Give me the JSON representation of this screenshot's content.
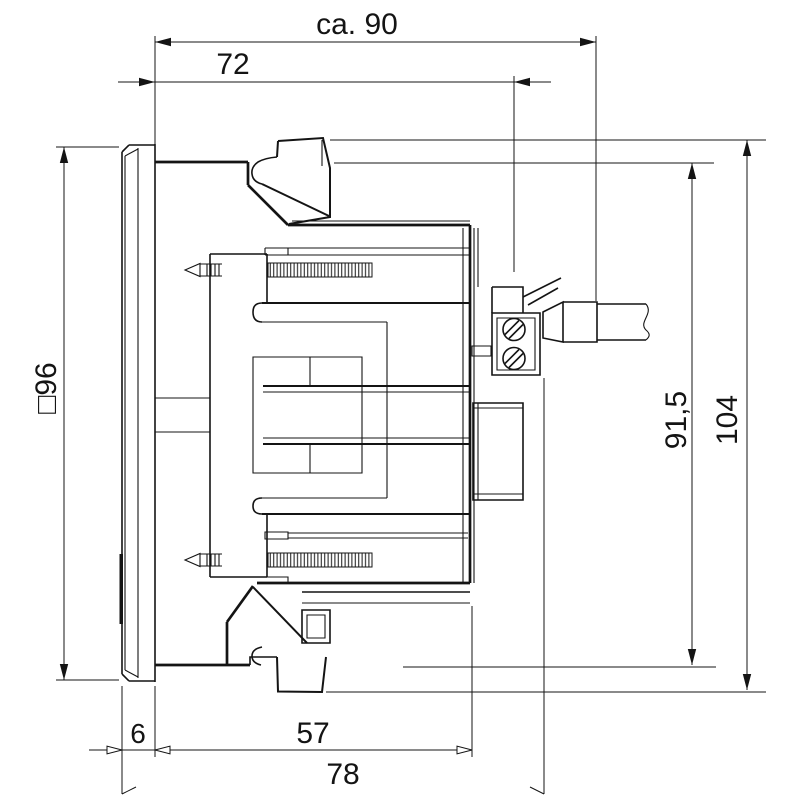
{
  "dimensions": {
    "depth_total": "ca. 90",
    "depth_behind_panel": "72",
    "front_frame_size": "□96",
    "height_inner": "91,5",
    "height_total": "104",
    "front_frame_depth": "6",
    "case_depth": "57",
    "depth_incl_terminals": "78"
  },
  "colors": {
    "background": "#ffffff",
    "line": "#141414"
  }
}
